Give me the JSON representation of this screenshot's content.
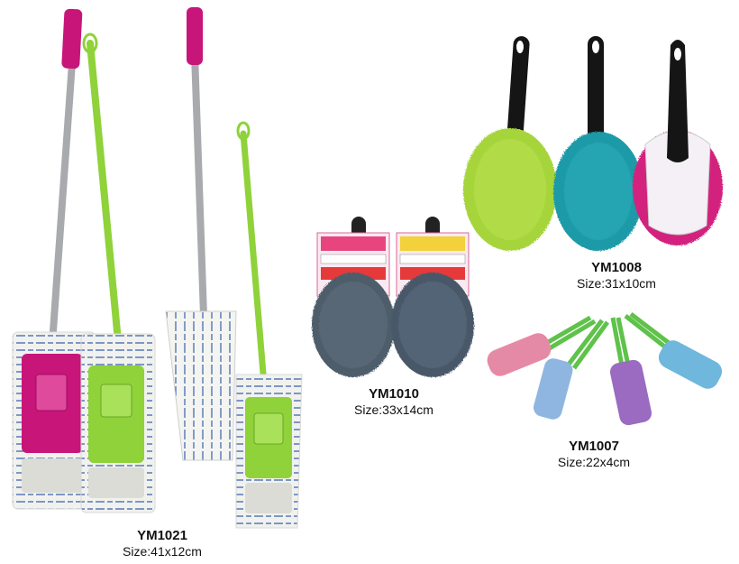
{
  "products": [
    {
      "id": "mop",
      "model": "YM1021",
      "size": "Size:41x12cm"
    },
    {
      "id": "chenille-mitt",
      "model": "YM1010",
      "size": "Size:33x14cm"
    },
    {
      "id": "chenille-duster",
      "model": "YM1008",
      "size": "Size:31x10cm"
    },
    {
      "id": "blind-duster",
      "model": "YM1007",
      "size": "Size:22x4cm"
    }
  ],
  "colors": {
    "pink": "#c8157a",
    "lime": "#8fd23a",
    "gray_pole": "#a9aaad",
    "pad_white": "#f1f2ee",
    "pad_blue_stripe": "#3a5fb0",
    "mitt_gray": "#4e5d6b",
    "chenille_lime": "#a6d53a",
    "chenille_teal": "#1f9aa8",
    "chenille_magenta": "#d2237e",
    "blind_pink": "#e58aa6",
    "blind_blue": "#8fb6e0",
    "blind_purple": "#9a6bc0",
    "blind_lightblue": "#6fb7dc",
    "blind_handle_green": "#5fc24a",
    "black_handle": "#151515"
  },
  "icons": {
    "mop": "flat-mop-icon",
    "mitt": "chenille-mitt-icon",
    "duster": "chenille-duster-icon",
    "blind": "blind-duster-icon"
  }
}
